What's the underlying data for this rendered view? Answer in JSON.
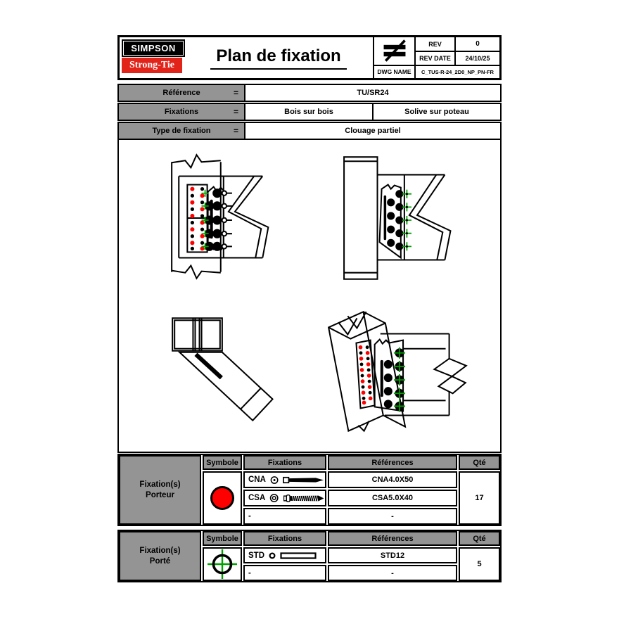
{
  "header": {
    "logo_line1": "SIMPSON",
    "logo_line2": "Strong-Tie",
    "title": "Plan de fixation",
    "rev_label": "REV",
    "rev_value": "0",
    "rev_date_label": "REV DATE",
    "rev_date_value": "24/10/25",
    "dwg_name_label": "DWG NAME",
    "dwg_name_value": "C_TUS-R-24_2D0_NP_PN-FR"
  },
  "reference_table": {
    "row1_label": "Référence",
    "row1_eq": "=",
    "row1_value": "TU/SR24",
    "row2_label": "Fixations",
    "row2_eq": "=",
    "row2_value1": "Bois sur bois",
    "row2_value2": "Solive sur poteau",
    "row3_label": "Type de fixation",
    "row3_eq": "=",
    "row3_value": "Clouage partiel"
  },
  "porteur_table": {
    "group_line1": "Fixation(s)",
    "group_line2": "Porteur",
    "col_symbole": "Symbole",
    "col_fixations": "Fixations",
    "col_references": "Références",
    "col_qte": "Qté",
    "rows": [
      {
        "code": "CNA",
        "reference": "CNA4.0X50"
      },
      {
        "code": "CSA",
        "reference": "CSA5.0X40"
      },
      {
        "code": "-",
        "reference": "-"
      }
    ],
    "qty": "17"
  },
  "porte_table": {
    "group_line1": "Fixation(s)",
    "group_line2": "Porté",
    "col_symbole": "Symbole",
    "col_fixations": "Fixations",
    "col_references": "Références",
    "col_qte": "Qté",
    "rows": [
      {
        "code": "STD",
        "reference": "STD12"
      },
      {
        "code": "-",
        "reference": "-"
      }
    ],
    "qty": "5"
  },
  "colors": {
    "brand_red": "#e2231a",
    "symbol_red": "#ff0000",
    "symbol_green": "#00a000",
    "table_gray": "#949494"
  }
}
